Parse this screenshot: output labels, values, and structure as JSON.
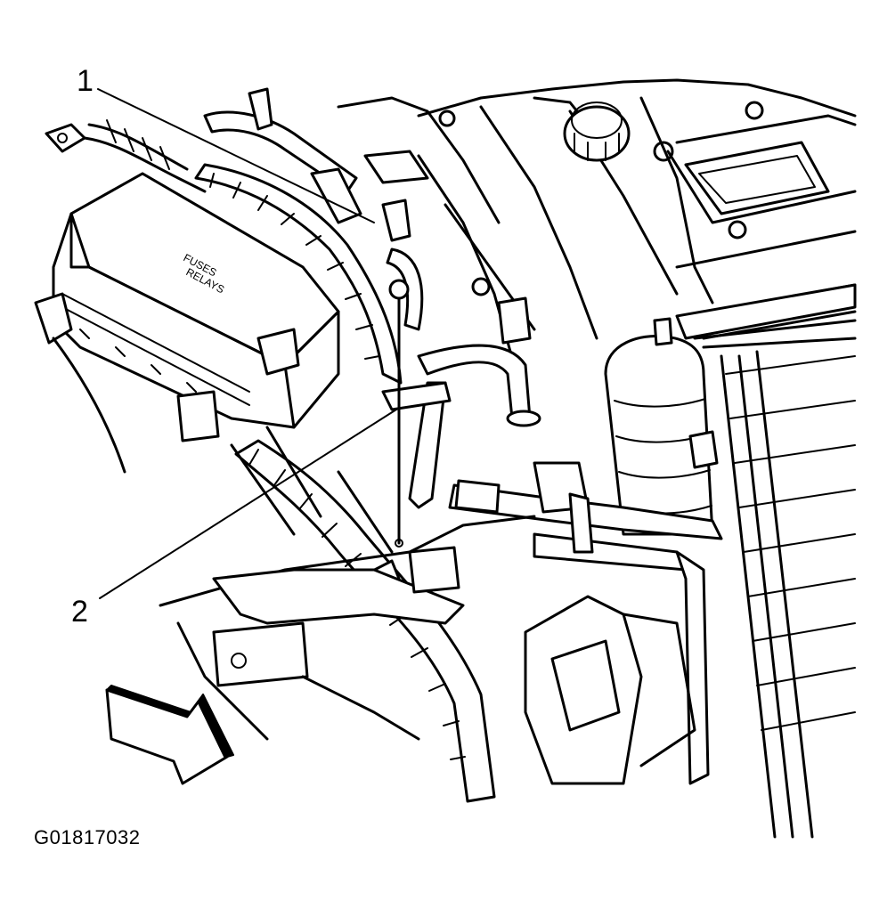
{
  "diagram": {
    "callouts": [
      {
        "id": "1",
        "label": "1"
      },
      {
        "id": "2",
        "label": "2"
      }
    ],
    "fuse_box_label_line1": "FUSES",
    "fuse_box_label_line2": "RELAYS",
    "figure_id": "G01817032"
  },
  "colors": {
    "ink": "#000000",
    "paper": "#ffffff"
  },
  "icons": [
    "front-direction-arrow-icon"
  ]
}
